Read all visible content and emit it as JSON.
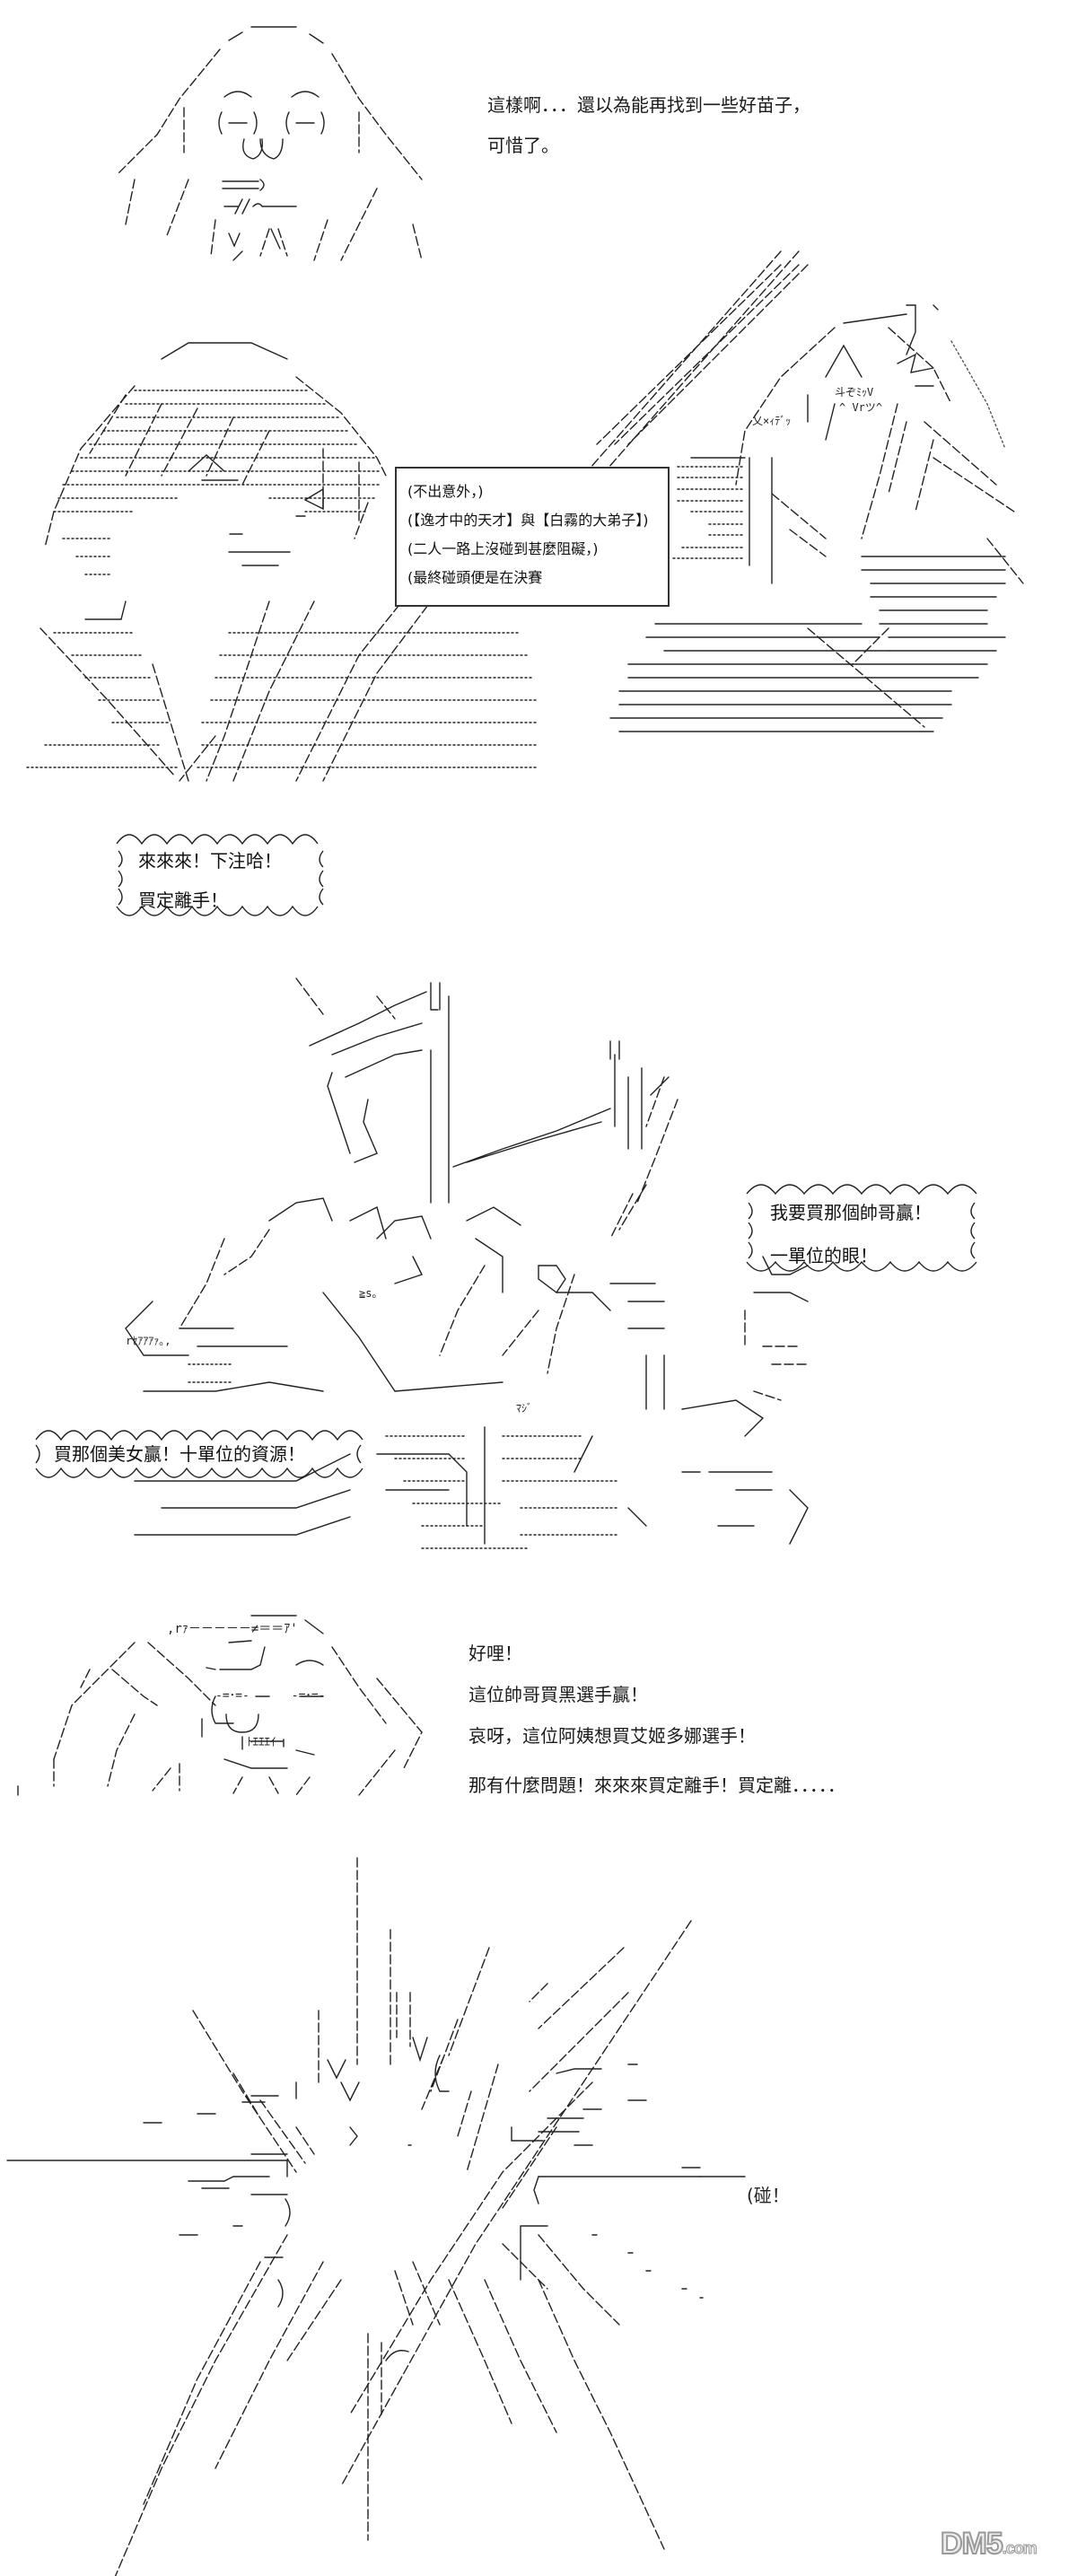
{
  "panel1": {
    "dialogue": [
      "這樣啊．．．還以為能再找到一些好苗子，",
      "可惜了。"
    ]
  },
  "panel2": {
    "narration_box": [
      "(不出意外，)",
      "(【逸才中的天才】與【白霧的大弟子】)",
      "(二人一路上沒碰到甚麼阻礙，)",
      "(最終碰頭便是在決賽"
    ],
    "art_text": {
      "girl_face_1": "斗ぞﾐｯV",
      "girl_face_2": "^ Vrツ^",
      "girl_mark": "乂×ｨﾃﾞｯ"
    }
  },
  "panel3": {
    "shout": [
      "來來來！下注哈！",
      "買定離手！"
    ]
  },
  "panel4": {
    "shout_right": [
      "我要買那個帥哥贏！",
      "一單位的眼！"
    ],
    "shout_left": [
      "買那個美女贏！十單位的資源！"
    ],
    "art_text": {
      "crowd_1": "rｾｱｱｱｧ｡,",
      "crowd_2": "ﾏｼﾞ",
      "crowd_3": "≧s｡"
    }
  },
  "panel5": {
    "dialogue": [
      "好哩！",
      "這位帥哥買黑選手贏！",
      "哀呀，這位阿姨想買艾姬多娜選手！",
      "那有什麼問題！來來來買定離手！買定離．．．．．"
    ],
    "art_text": {
      "hat": ",rｧ－－－－－≠＝＝ｱ'",
      "eyes": "-=･=-      -=･=-",
      "mouth": "ﾄｴｴｴｲ"
    }
  },
  "panel6": {
    "sfx": "(碰！"
  },
  "watermark": {
    "brand": "DM5",
    "suffix": ".com"
  }
}
